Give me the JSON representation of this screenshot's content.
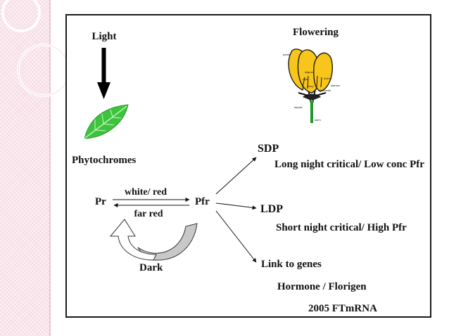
{
  "labels": {
    "light": "Light",
    "flowering": "Flowering",
    "phytochromes": "Phytochromes",
    "pr": "Pr",
    "pfr": "Pfr",
    "white_red": "white/ red",
    "far_red": "far red",
    "dark": "Dark",
    "sdp": "SDP",
    "sdp_note": "Long night critical/ Low conc Pfr",
    "ldp": "LDP",
    "ldp_note": "Short night critical/ High Pfr",
    "link_genes": "Link to genes",
    "hormone": "Hormone / Florigen",
    "ftmrna": "2005 FTmRNA"
  },
  "flower_parts": {
    "petals": "petals",
    "stigma": "stigma",
    "style": "style",
    "anther": "anther",
    "stamen": "stamen",
    "ovary": "ovary",
    "filaments": "filaments",
    "sepals": "sepals",
    "stem": "stem"
  },
  "colors": {
    "leaf": "#3cc43c",
    "petal": "#f7c51b",
    "stem": "#1f9a2a",
    "dark_arrow": "#c8c8c8",
    "pink_strip": "#f6dde6"
  }
}
